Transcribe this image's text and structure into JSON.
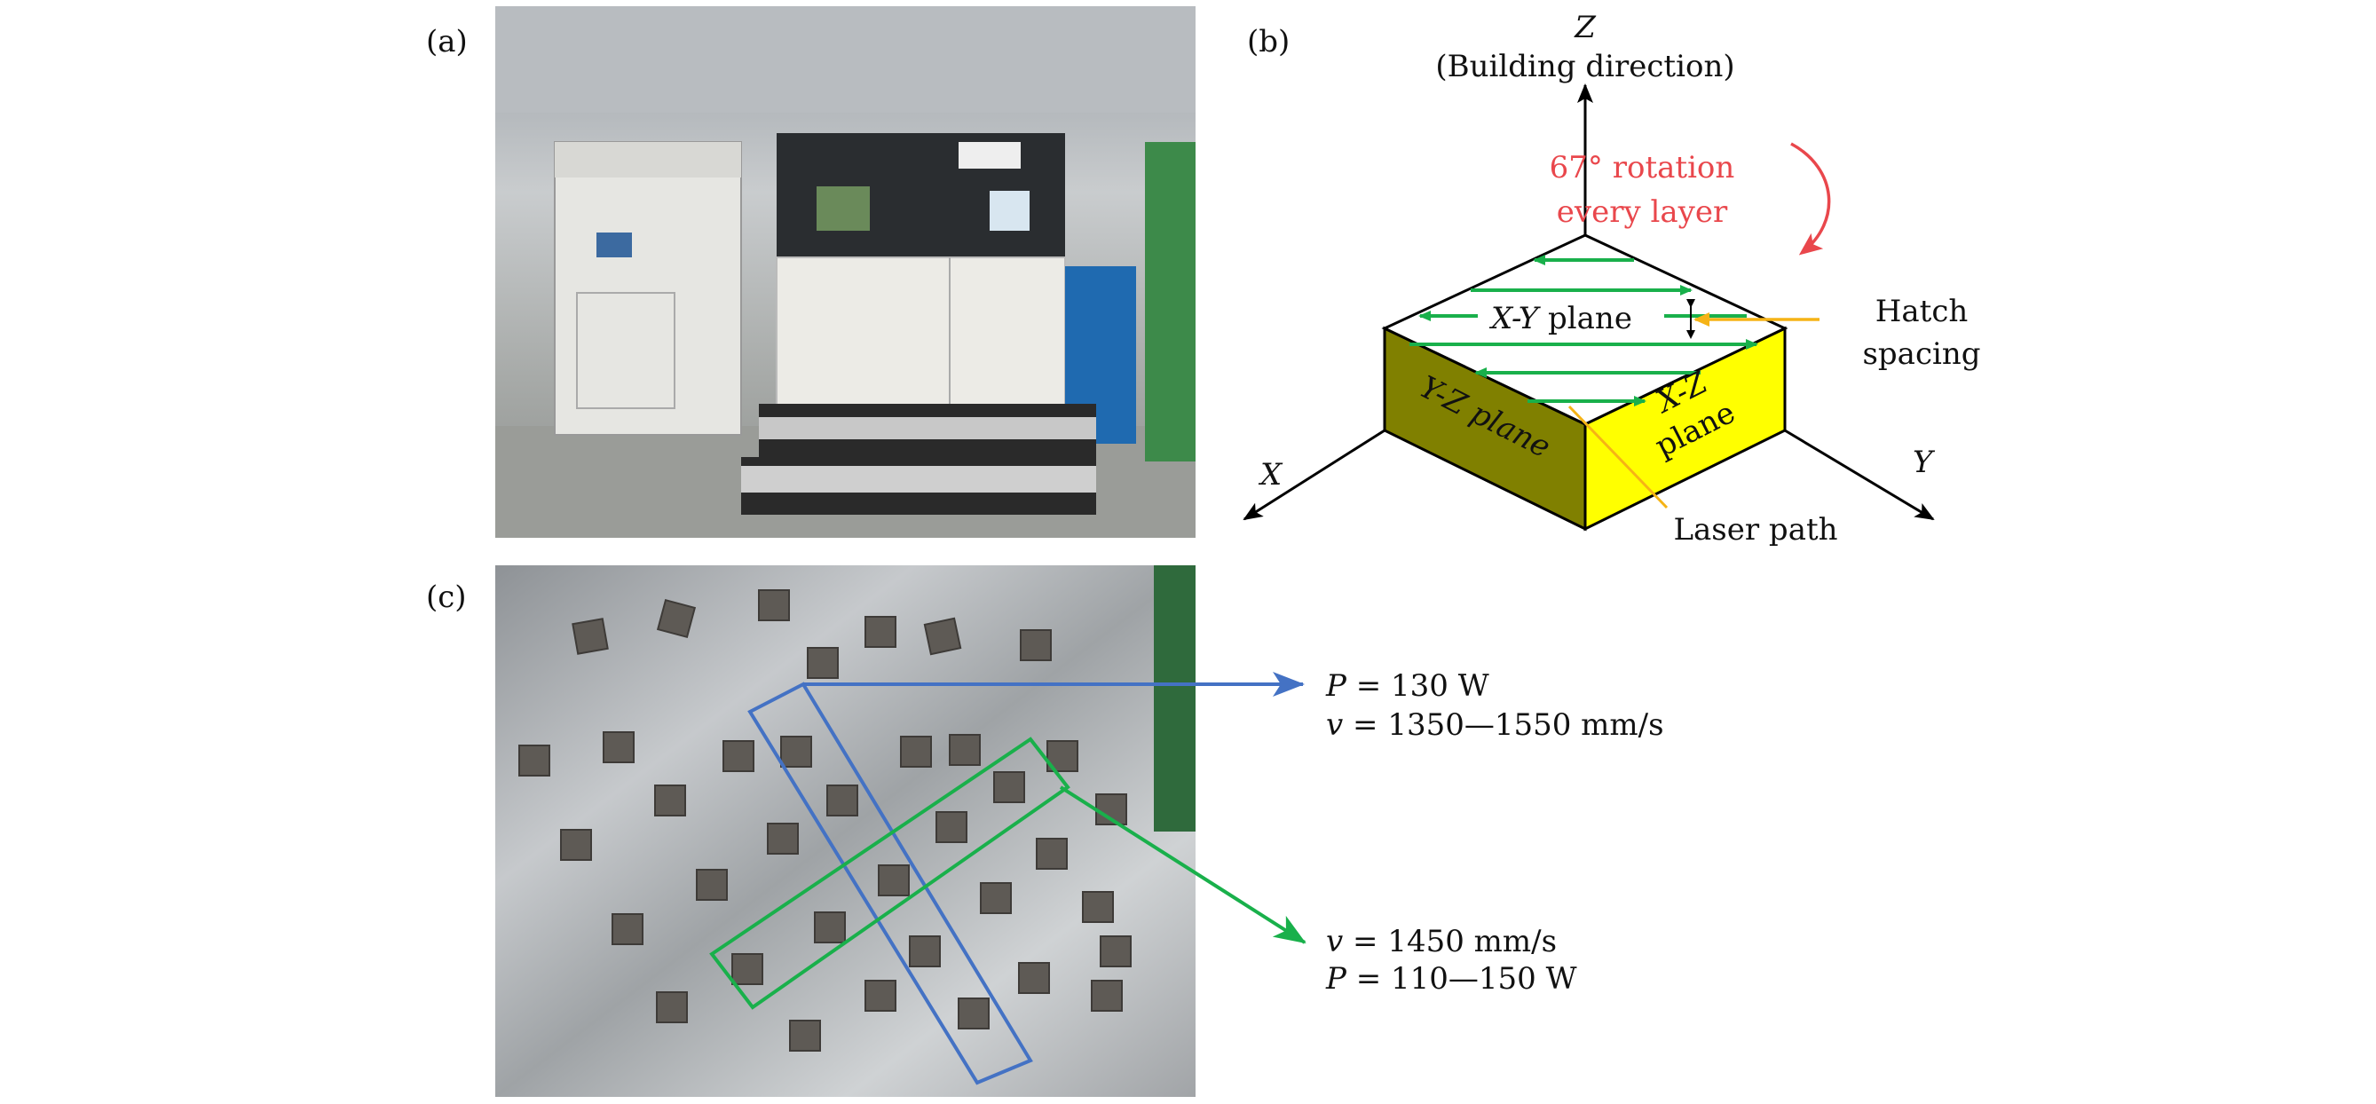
{
  "panels": {
    "a": {
      "label": "(a)"
    },
    "b": {
      "label": "(b)",
      "z_axis": "Z",
      "z_axis_caption": "(Building direction)",
      "x_axis": "X",
      "y_axis": "Y",
      "rotation_line1": "67° rotation",
      "rotation_line2": "every layer",
      "xy_plane_var": "X-Y",
      "xy_plane_word": "plane",
      "yz_plane": "Y-Z plane",
      "xz_plane_var": "X-Z",
      "xz_plane_word": "plane",
      "hatch_line1": "Hatch",
      "hatch_line2": "spacing",
      "laser_path": "Laser path"
    },
    "c": {
      "label": "(c)",
      "blue_group": {
        "line1_var": "P",
        "line1_rest": " = 130 W",
        "line2_var": "v",
        "line2_rest": " = 1350—1550 mm/s"
      },
      "green_group": {
        "line1_var": "v",
        "line1_rest": " = 1450 mm/s",
        "line2_var": "P",
        "line2_rest": " = 110—150 W"
      }
    }
  },
  "colors": {
    "blue": "#4472c4",
    "green": "#19b04b",
    "red": "#e9474c",
    "orange": "#f5b316",
    "olive": "#808000",
    "yellow": "#ffff00"
  }
}
